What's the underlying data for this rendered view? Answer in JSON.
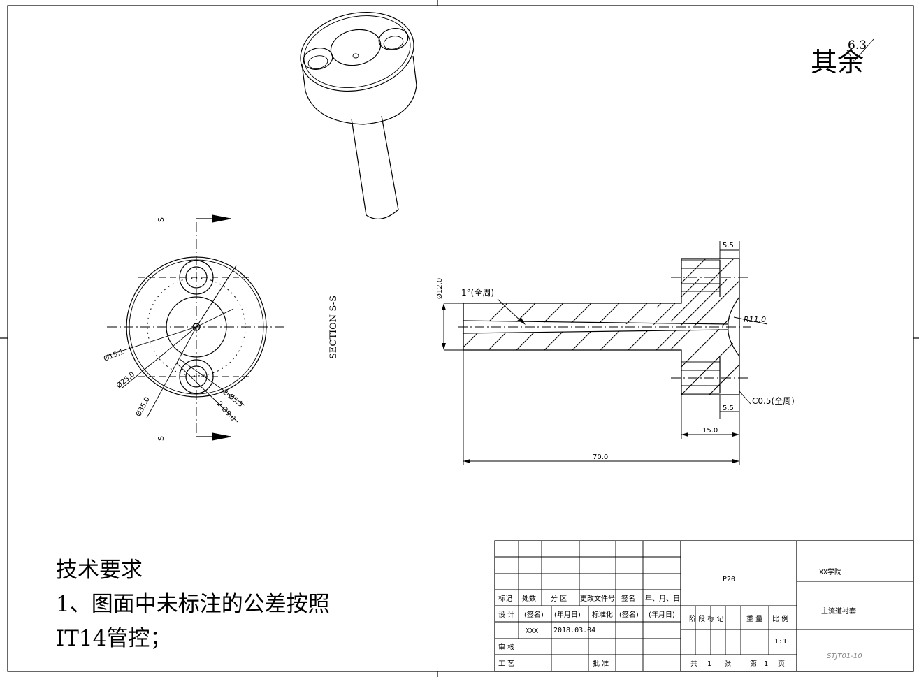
{
  "surface_finish": {
    "label": "其余",
    "value": "6.3"
  },
  "section_label": "SECTION S-S",
  "section_marks": [
    "S",
    "S"
  ],
  "front_view": {
    "dims": [
      "Ø15.1",
      "Ø25.0",
      "Ø35.0",
      "2-Ø5.5",
      "2-Ø9.0"
    ]
  },
  "section_view": {
    "dims": {
      "dia": "Ø12.0",
      "taper": "1°(全周)",
      "radius": "R11.0",
      "chamfer": "C0.5(全周)",
      "cb_top": "5.5",
      "cb_bottom": "5.5",
      "flange": "15.0",
      "length": "70.0"
    }
  },
  "notes": {
    "title": "技术要求",
    "line1": "1、图面中未标注的公差按照",
    "line2": "IT14管控；"
  },
  "title_block": {
    "headers": [
      "标记",
      "处数",
      "分 区",
      "更改文件号",
      "签名",
      "年、月、日"
    ],
    "row_design": [
      "设 计",
      "(签名)",
      "(年月日)",
      "标准化",
      "(签名)",
      "(年月日)"
    ],
    "designer": "XXX",
    "date": "2018.03.04",
    "review": "审 核",
    "process": "工 艺",
    "approve": "批 准",
    "material": "P20",
    "stage_headers": [
      "阶 段 标 记",
      "重 量",
      "比 例"
    ],
    "scale": "1:1",
    "sheets": {
      "total_prefix": "共",
      "total": "1",
      "total_unit": "张",
      "page_prefix": "第",
      "page": "1",
      "page_unit": "页"
    },
    "school": "XX学院",
    "part_name": "主流道衬套",
    "drawing_no": "STJT01-10"
  }
}
